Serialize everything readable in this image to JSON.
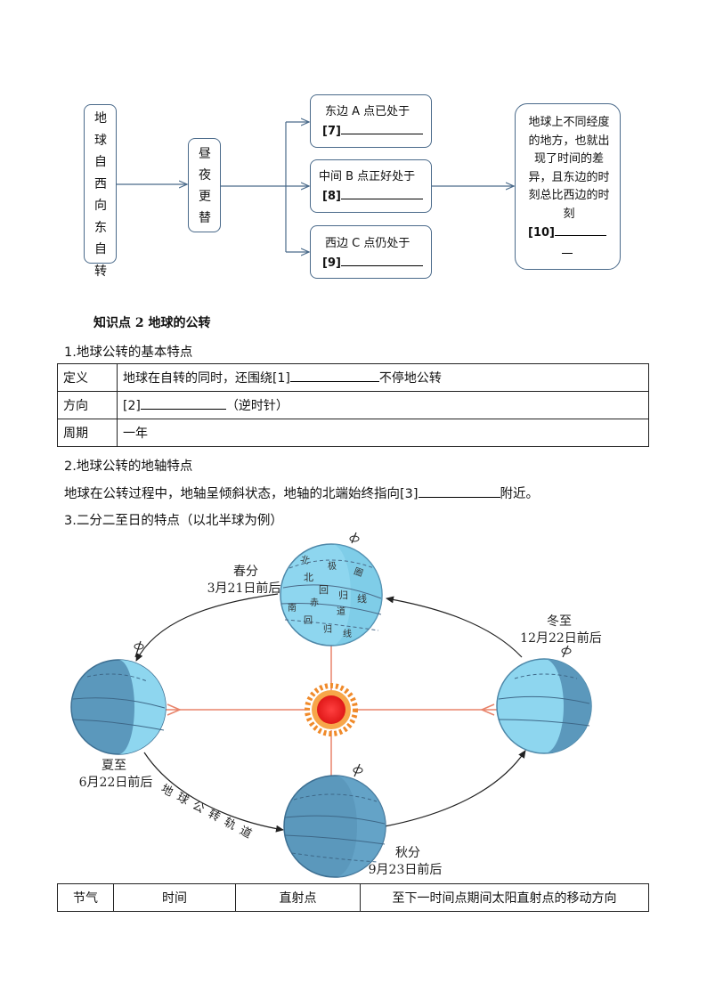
{
  "flow": {
    "left_box": "地球自西向东自转",
    "mid_box": "昼夜更替",
    "branches": [
      {
        "text": "东边 A 点已处于",
        "num": "[7]"
      },
      {
        "text": "中间 B 点正好处于",
        "num": "[8]"
      },
      {
        "text": "西边 C 点仍处于",
        "num": "[9]"
      }
    ],
    "right_box": {
      "text": "地球上不同经度的地方，也就出现了时间的差异，且东边的时刻总比西边的时刻",
      "num": "[10]"
    }
  },
  "section_title": "知识点 2  地球的公转",
  "s1": {
    "heading": "1.地球公转的基本特点",
    "rows": [
      {
        "label": "定义",
        "before": "地球在自转的同时，还围绕[1]",
        "after": "不停地公转"
      },
      {
        "label": "方向",
        "before": "[2]",
        "after": "（逆时针）"
      },
      {
        "label": "周期",
        "before": "一年",
        "after": ""
      }
    ]
  },
  "s2": {
    "heading": "2.地球公转的地轴特点",
    "text_before": "地球在公转过程中，地轴呈倾斜状态，地轴的北端始终指向[3]",
    "text_after": "附近。"
  },
  "s3": {
    "heading": "3.二分二至日的特点（以北半球为例）"
  },
  "diagram": {
    "spring": {
      "name": "春分",
      "date": "3月21日前后"
    },
    "summer": {
      "name": "夏至",
      "date": "6月22日前后"
    },
    "autumn": {
      "name": "秋分",
      "date": "9月23日前后"
    },
    "winter": {
      "name": "冬至",
      "date": "12月22日前后"
    },
    "orbit_label": "地球公转轨道",
    "lat_labels": [
      "北",
      "极",
      "圈",
      "北",
      "回",
      "归",
      "线",
      "赤",
      "道",
      "南",
      "回",
      "归",
      "线"
    ]
  },
  "bottom_table": {
    "headers": [
      "节气",
      "时间",
      "直射点",
      "至下一时间点期间太阳直射点的移动方向"
    ]
  },
  "colors": {
    "earth_light": "#8ed6ef",
    "earth_dark": "#5b98bc",
    "sun": "#ee2a2a",
    "sun_rays": "#f08a2a",
    "lines": "#e8836a",
    "box_border": "#4a6a8a"
  }
}
